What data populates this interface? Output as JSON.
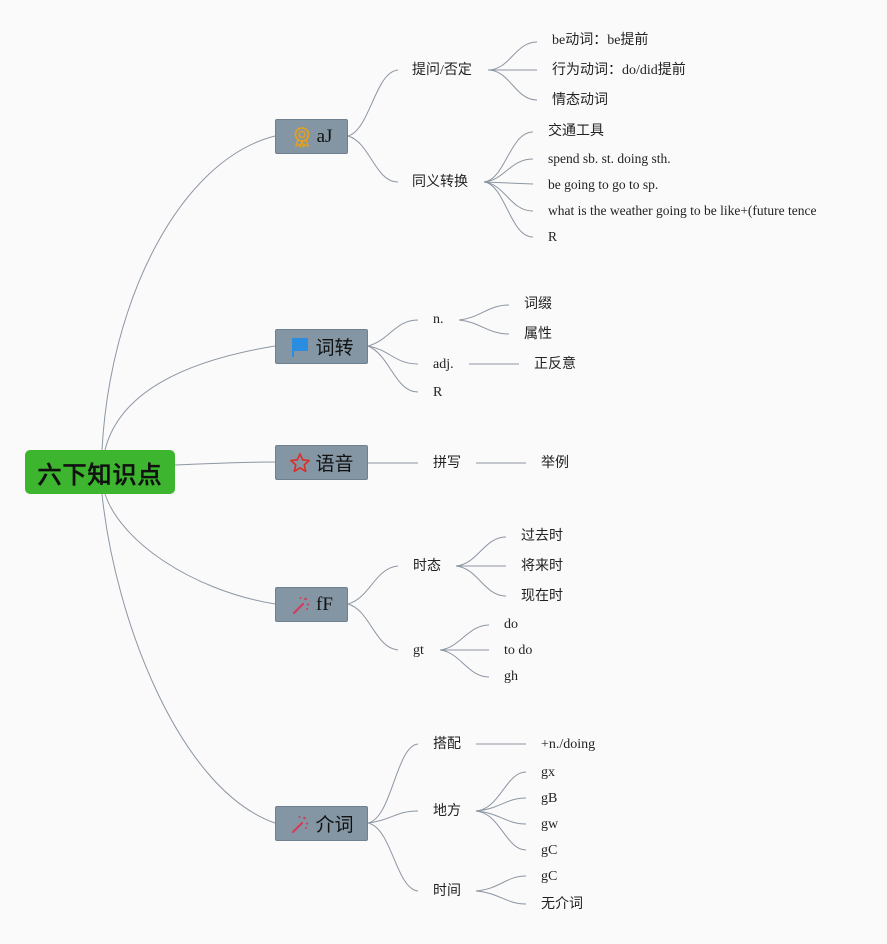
{
  "root": "六下知识点",
  "branches": {
    "aJ": {
      "label": "aJ",
      "icon": "award-ribbon-icon",
      "tiwen": {
        "label": "提问/否定",
        "items": [
          "be动词：be提前",
          "行为动词：do/did提前",
          "情态动词"
        ]
      },
      "tongyi": {
        "label": "同义转换",
        "items": [
          "交通工具",
          "spend sb. st. doing sth.",
          "be going to go to sp.",
          "what is the weather going to be like+(future tence",
          "R"
        ]
      }
    },
    "cizhuan": {
      "label": "词转",
      "icon": "blue-flag-icon",
      "n": {
        "label": "n.",
        "items": [
          "词缀",
          "属性"
        ]
      },
      "adj": {
        "label": "adj.",
        "items": [
          "正反意"
        ]
      },
      "r": {
        "label": "R"
      }
    },
    "yuyin": {
      "label": "语音",
      "icon": "star-outline-icon",
      "pinxie": {
        "label": "拼写",
        "items": [
          "举例"
        ]
      }
    },
    "fF": {
      "label": "fF",
      "icon": "magic-wand-icon",
      "shitai": {
        "label": "时态",
        "items": [
          "过去时",
          "将来时",
          "现在时"
        ]
      },
      "gt": {
        "label": "gt",
        "items": [
          "do",
          "to do",
          "gh"
        ]
      }
    },
    "jieci": {
      "label": "介词",
      "icon": "magic-wand-icon",
      "dapei": {
        "label": "搭配",
        "items": [
          "+n./doing"
        ]
      },
      "difang": {
        "label": "地方",
        "items": [
          "gx",
          "gB",
          "gw",
          "gC"
        ]
      },
      "shijian": {
        "label": "时间",
        "items": [
          "gC",
          "无介词"
        ]
      }
    }
  },
  "colors": {
    "root_bg": "#3db52e",
    "topic_bg": "#8496a3",
    "line": "#8d96a3",
    "background": "#fafafa"
  }
}
